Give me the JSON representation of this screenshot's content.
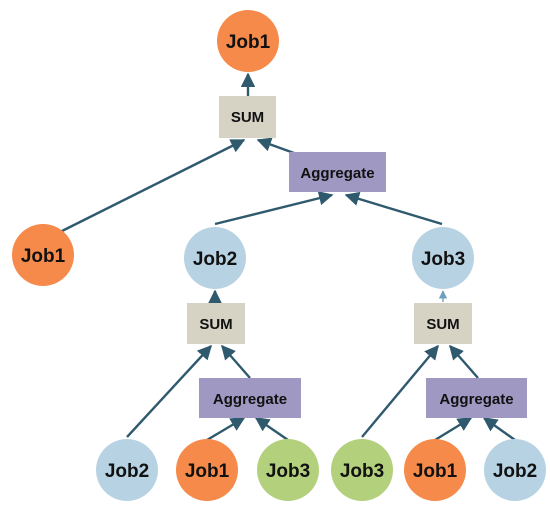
{
  "colors": {
    "orange": "#f58a4b",
    "light_blue": "#b7d3e3",
    "green": "#b3d07c",
    "sum_box": "#d6d2c4",
    "aggregate_box": "#9f98c2",
    "edge": "#2f5a6e"
  },
  "nodes": {
    "root_job1": "Job1",
    "top_sum": "SUM",
    "top_aggregate": "Aggregate",
    "left_job1": "Job1",
    "mid_job2": "Job2",
    "mid_job3": "Job3",
    "left_sum": "SUM",
    "right_sum": "SUM",
    "left_aggregate": "Aggregate",
    "right_aggregate": "Aggregate",
    "bottom_left_job2": "Job2",
    "bottom_left_job1": "Job1",
    "bottom_left_job3": "Job3",
    "bottom_right_job3": "Job3",
    "bottom_right_job1": "Job1",
    "bottom_right_job2": "Job2"
  }
}
